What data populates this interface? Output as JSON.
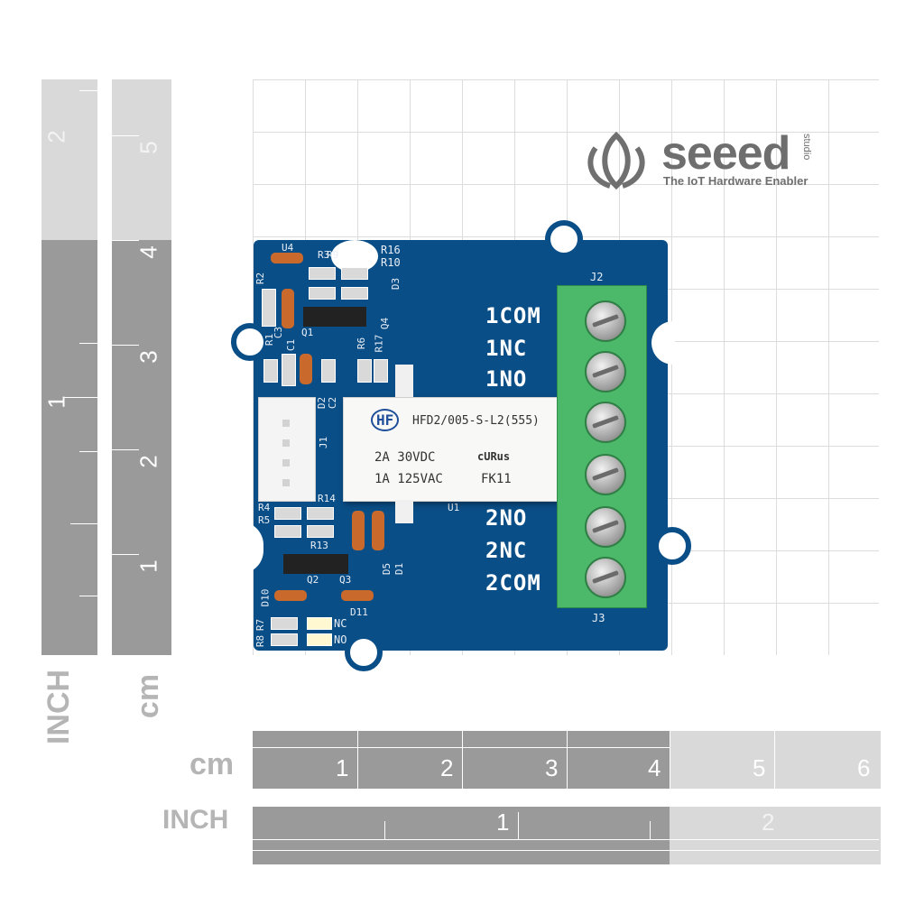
{
  "logo": {
    "name": "seeed",
    "studio": "studio",
    "tagline": "The IoT Hardware Enabler"
  },
  "left_ruler": {
    "inch_label": "INCH",
    "cm_label": "cm",
    "inch_numbers": [
      "2",
      "1"
    ],
    "cm_numbers": [
      "5",
      "4",
      "3",
      "2",
      "1"
    ]
  },
  "bottom_ruler": {
    "cm_label": "cm",
    "inch_label": "INCH",
    "cm_numbers": [
      "1",
      "2",
      "3",
      "4",
      "5",
      "6"
    ],
    "inch_numbers": [
      "1",
      "2"
    ]
  },
  "board": {
    "terminals": [
      "1COM",
      "1NC",
      "1NO",
      "2NO",
      "2NC",
      "2COM"
    ],
    "silkscreen": {
      "j2": "J2",
      "j3": "J3",
      "j1": "J1",
      "u1": "U1",
      "u4": "U4",
      "r16": "R16",
      "r10": "R10",
      "r2": "R2",
      "r3": "R3",
      "r9": "R9",
      "d3": "D3",
      "r6": "R6",
      "r17": "R17",
      "q4": "Q4",
      "q1": "Q1",
      "r1": "R1",
      "c3": "C3",
      "c1": "C1",
      "d2": "D2",
      "c2": "C2",
      "r14": "R14",
      "r4": "R4",
      "r5": "R5",
      "r13": "R13",
      "q2": "Q2",
      "q3": "Q3",
      "d5": "D5",
      "d1": "D1",
      "d10": "D10",
      "d11": "D11",
      "r8": "R8",
      "r7": "R7",
      "nc": "NC",
      "no": "NO"
    },
    "relay": {
      "brand": "HF",
      "model": "HFD2/005-S-L2(555)",
      "rating1": "2A 30VDC",
      "rating2": "1A 125VAC",
      "cert": "cURus",
      "code": "FK11"
    }
  },
  "colors": {
    "pcb": "#0a4e87",
    "terminal": "#4cb86a",
    "ruler_dark": "#9a9a9a",
    "ruler_light": "#d9d9d9"
  }
}
